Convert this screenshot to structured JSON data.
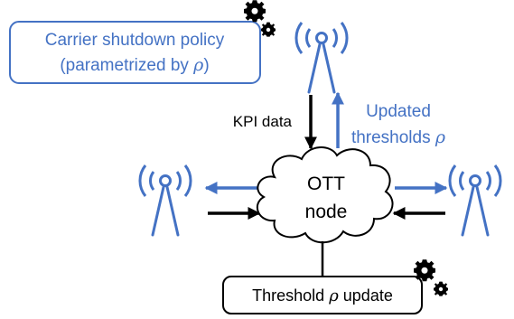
{
  "colors": {
    "accent": "#4472c4",
    "ink": "#000000",
    "background": "#ffffff"
  },
  "icons": [
    "antenna-tower-icon",
    "gears-icon",
    "cloud-shape"
  ],
  "policy_box": {
    "line1": "Carrier shutdown policy",
    "line2_prefix": "(parametrized by ",
    "symbol": "ρ",
    "line2_suffix": ")"
  },
  "kpi_label": "KPI data",
  "updated_label": {
    "line1": "Updated",
    "line2_prefix": "thresholds ",
    "symbol": "ρ"
  },
  "ott_node": {
    "line1": "OTT",
    "line2": "node"
  },
  "update_box": {
    "prefix": "Threshold ",
    "symbol": "ρ",
    "suffix": " update"
  }
}
